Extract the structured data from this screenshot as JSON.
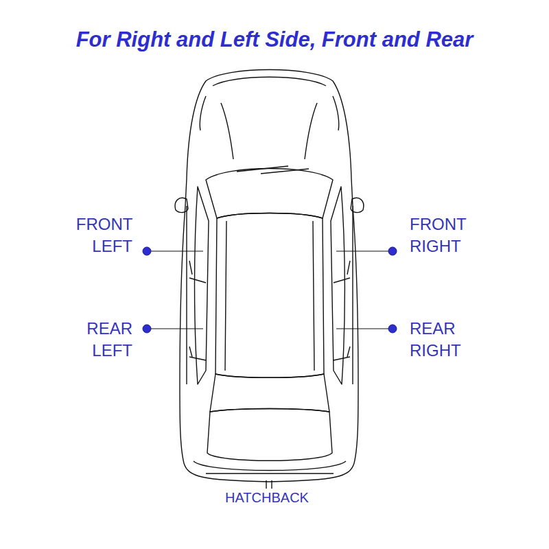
{
  "diagram": {
    "title": "For Right and Left Side, Front and Rear",
    "labels": [
      "FRONT LEFT",
      "FRONT RIGHT",
      "REAR LEFT",
      "REAR RIGHT",
      "HATCHBACK"
    ]
  }
}
